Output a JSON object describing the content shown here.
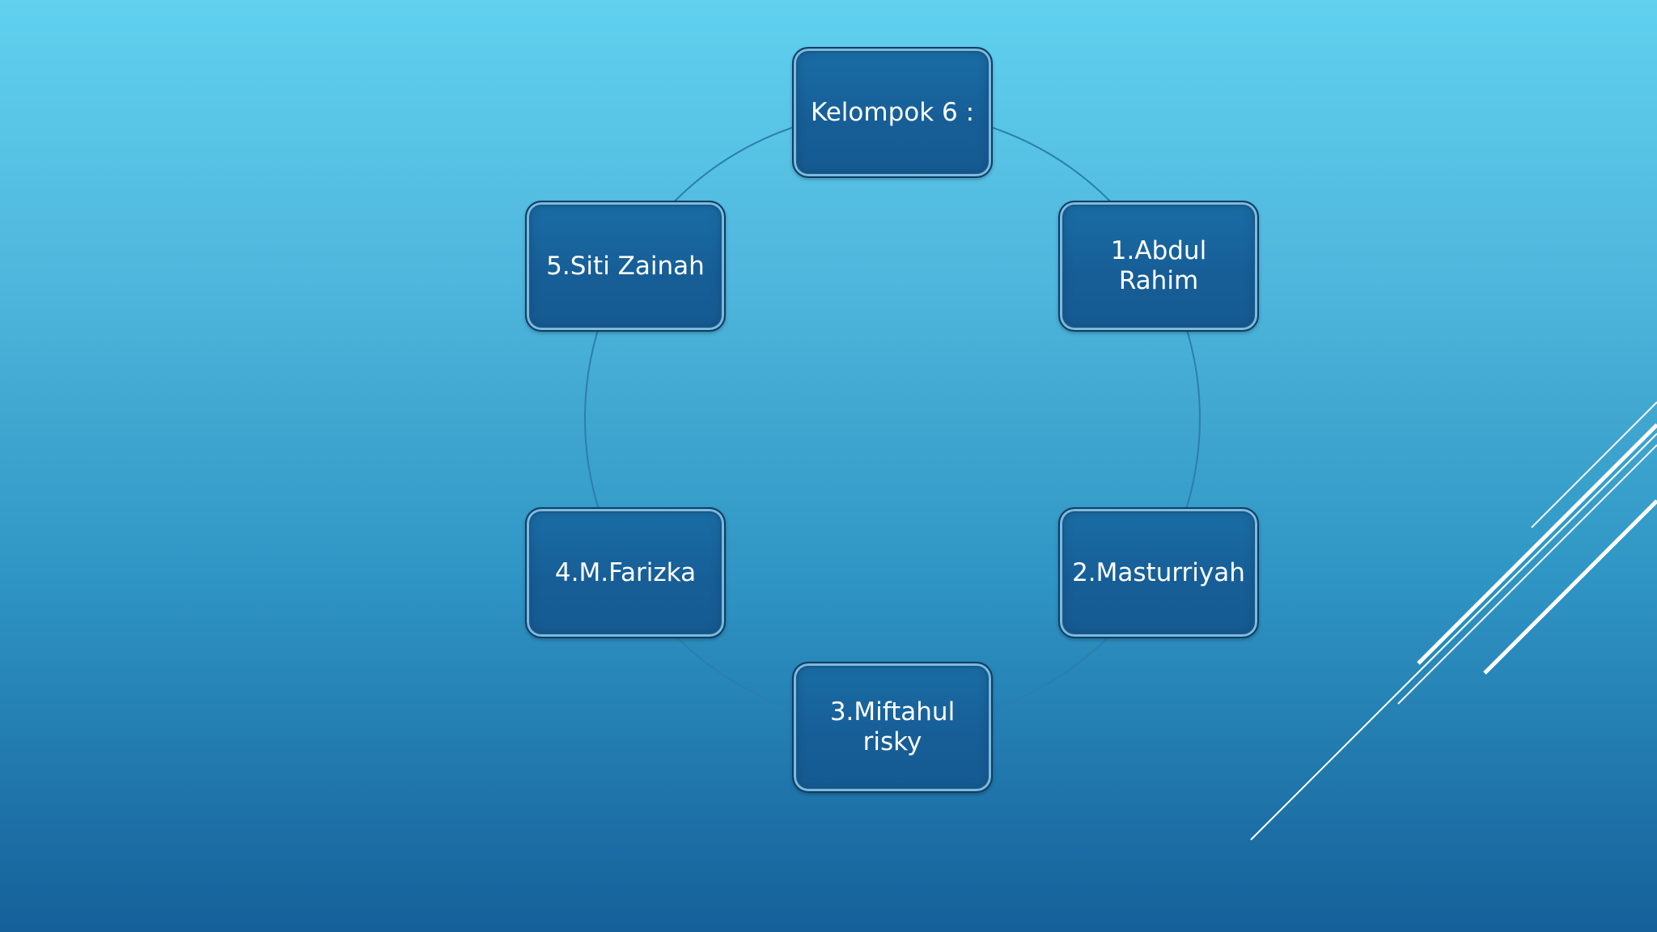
{
  "diagram": {
    "center_node": "Kelompok 6 :",
    "members": [
      "1.Abdul Rahim",
      "2.Masturriyah",
      "3.Miftahul risky",
      "4.M.Farizka",
      "5.Siti Zainah"
    ]
  },
  "colors": {
    "node_fill": "#175e97",
    "node_border": "#0d3e66",
    "cycle_line": "#2a7fae",
    "text": "#ffffff"
  }
}
